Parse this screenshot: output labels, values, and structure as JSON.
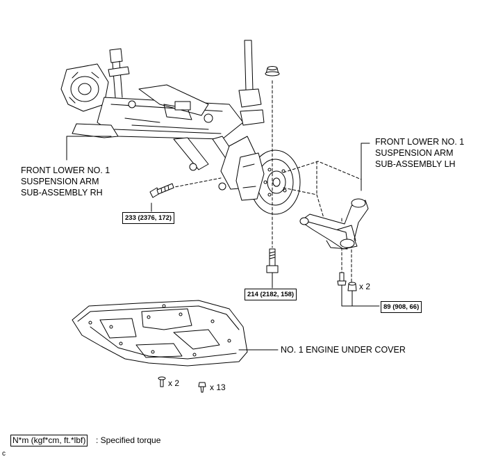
{
  "labels": {
    "rh_arm": [
      "FRONT LOWER NO. 1",
      "SUSPENSION ARM",
      "SUB-ASSEMBLY RH"
    ],
    "lh_arm": [
      "FRONT LOWER NO. 1",
      "SUSPENSION ARM",
      "SUB-ASSEMBLY LH"
    ],
    "under_cover": "NO. 1 ENGINE UNDER COVER"
  },
  "torques": {
    "t1": "233 (2376, 172)",
    "t2": "214 (2182, 158)",
    "t3": "89 (908, 66)"
  },
  "quantities": {
    "nut_lh": "x 2",
    "screw_cover": "x 2",
    "bolt_cover": "x 13"
  },
  "legend": {
    "unit": "N*m (kgf*cm, ft.*lbf)",
    "desc": ": Specified torque"
  },
  "corner_code": "c"
}
